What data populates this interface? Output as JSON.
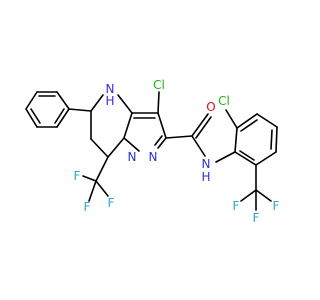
{
  "colors": {
    "bond": "#000000",
    "carbon": "#000000",
    "nitrogen": "#2f2fe0",
    "oxygen": "#e01010",
    "chlorine": "#1fb01f",
    "fluorine": "#2fa8c8"
  },
  "atom_labels": {
    "nh_ring": "N",
    "nh_ring_h": "H",
    "cl_top": "Cl",
    "o_amide": "O",
    "cl_aryl": "Cl",
    "n_pyrazole_bottom": "N",
    "n_pyrazole_right": "N",
    "nh_amide": "N",
    "nh_amide_h": "H",
    "cf3_left_f1": "F",
    "cf3_left_f2": "F",
    "cf3_left_f3": "F",
    "cf3_right_f1": "F",
    "cf3_right_f2": "F",
    "cf3_right_f3": "F"
  }
}
